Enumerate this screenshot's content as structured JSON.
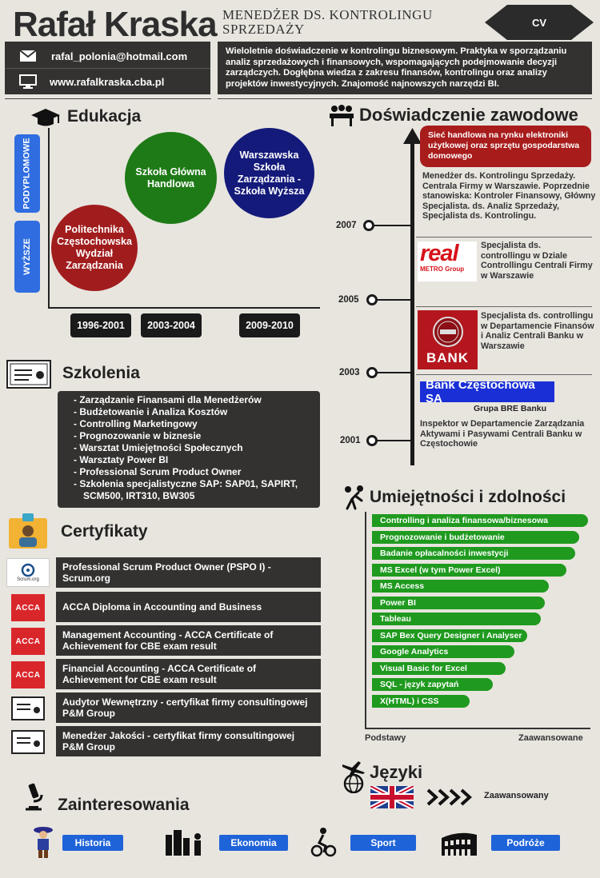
{
  "header": {
    "name": "Rafał Kraska",
    "job_title": "MENEDŻER DS. KONTROLINGU SPRZEDAŻY",
    "cv_label": "CV",
    "email": "rafal_polonia@hotmail.com",
    "website": "www.rafalkraska.cba.pl",
    "summary": "Wieloletnie doświadczenie w kontrolingu biznesowym. Praktyka w sporządzaniu analiz sprzedażowych i finansowych, wspomagających podejmowanie decyzji zarządczych. Dogłębna wiedza z zakresu finansów, kontrolingu oraz analizy projektów inwestycyjnych. Znajomość najnowszych narzędzi BI."
  },
  "education": {
    "title": "Edukacja",
    "levels": [
      "PODYPLOMOWE",
      "WYŻSZE"
    ],
    "schools": [
      {
        "name": "Politechnika Częstochowska Wydział Zarządzania",
        "color": "#a11d1d"
      },
      {
        "name": "Szkoła Główna Handlowa",
        "color": "#1e7a16"
      },
      {
        "name": "Warszawska Szkoła Zarządzania - Szkoła Wyższa",
        "color": "#141a7a"
      }
    ],
    "years": [
      "1996-2001",
      "2003-2004",
      "2009-2010"
    ]
  },
  "trainings": {
    "title": "Szkolenia",
    "items": [
      "- Zarządzanie Finansami dla Menedżerów",
      "- Budżetowanie i Analiza Kosztów",
      "- Controlling Marketingowy",
      "- Prognozowanie w biznesie",
      "- Warsztat Umiejętności Społecznych",
      "- Warsztaty Power BI",
      "- Professional Scrum Product Owner",
      "- Szkolenia specjalistyczne SAP: SAP01, SAPIRT, SCM500, IRT310, BW305"
    ]
  },
  "certificates": {
    "title": "Certyfikaty",
    "scrum_logo_text": "Scrum.org",
    "acca_logo_text": "ACCA",
    "items": [
      "Professional Scrum Product Owner (PSPO I) - Scrum.org",
      "ACCA Diploma in Accounting and Business",
      "Management Accounting - ACCA Certificate of Achievement for CBE exam result",
      "Financial Accounting - ACCA Certificate of Achievement for CBE exam result",
      "Audytor Wewnętrzny - certyfikat firmy consultingowej P&M Group",
      "Menedżer Jakości - certyfikat firmy consultingowej P&M Group"
    ]
  },
  "experience": {
    "title": "Doświadczenie zawodowe",
    "current_company": "Sieć handlowa na rynku elektroniki użytkowej oraz sprzętu gospodarstwa domowego",
    "current_role": "Menedżer ds. Kontrolingu Sprzedaży. Centrala Firmy w Warszawie. Poprzednie stanowiska: Kontroler Finansowy, Główny Specjalista. ds. Analiz Sprzedaży, Specjalista ds. Kontrolingu.",
    "years": [
      "2007",
      "2005",
      "2003",
      "2001"
    ],
    "real_logo": "real",
    "real_logo_sub": "METRO Group",
    "real_role": "Specjalista ds. controllingu w Dziale Controllingu Centrali Firmy w Warszawie",
    "fiat_logo": "BANK",
    "fiat_role": "Specjalista ds. controllingu w Departamencie Finansów i Analiz Centrali Banku w Warszawie",
    "bcz_logo": "Bank Częstochowa SA",
    "bcz_sub": "Grupa BRE Banku",
    "bcz_role": "Inspektor w Departamencie Zarządzania Aktywami i Pasywami Centrali Banku w Częstochowie"
  },
  "skills": {
    "title": "Umiejętności i zdolności",
    "items": [
      {
        "name": "Controlling i analiza finansowa/biznesowa",
        "level": 1.0
      },
      {
        "name": "Prognozowanie i budżetowanie",
        "level": 0.96
      },
      {
        "name": "Badanie opłacalności inwestycji",
        "level": 0.94
      },
      {
        "name": "MS Excel (w tym Power Excel)",
        "level": 0.9
      },
      {
        "name": "MS Access",
        "level": 0.82
      },
      {
        "name": "Power BI",
        "level": 0.8
      },
      {
        "name": "Tableau",
        "level": 0.78
      },
      {
        "name": "SAP Bex Query Designer i Analyser",
        "level": 0.72
      },
      {
        "name": "Google Analytics",
        "level": 0.66
      },
      {
        "name": "Visual Basic for Excel",
        "level": 0.62
      },
      {
        "name": "SQL - język zapytań",
        "level": 0.56
      },
      {
        "name": "X(HTML) i CSS",
        "level": 0.45
      }
    ],
    "scale_min": "Podstawy",
    "scale_max": "Zaawansowane"
  },
  "languages": {
    "title": "Języki",
    "level": "Zaawansowany"
  },
  "interests": {
    "title": "Zainteresowania",
    "items": [
      "Historia",
      "Ekonomia",
      "Sport",
      "Podróże"
    ]
  }
}
